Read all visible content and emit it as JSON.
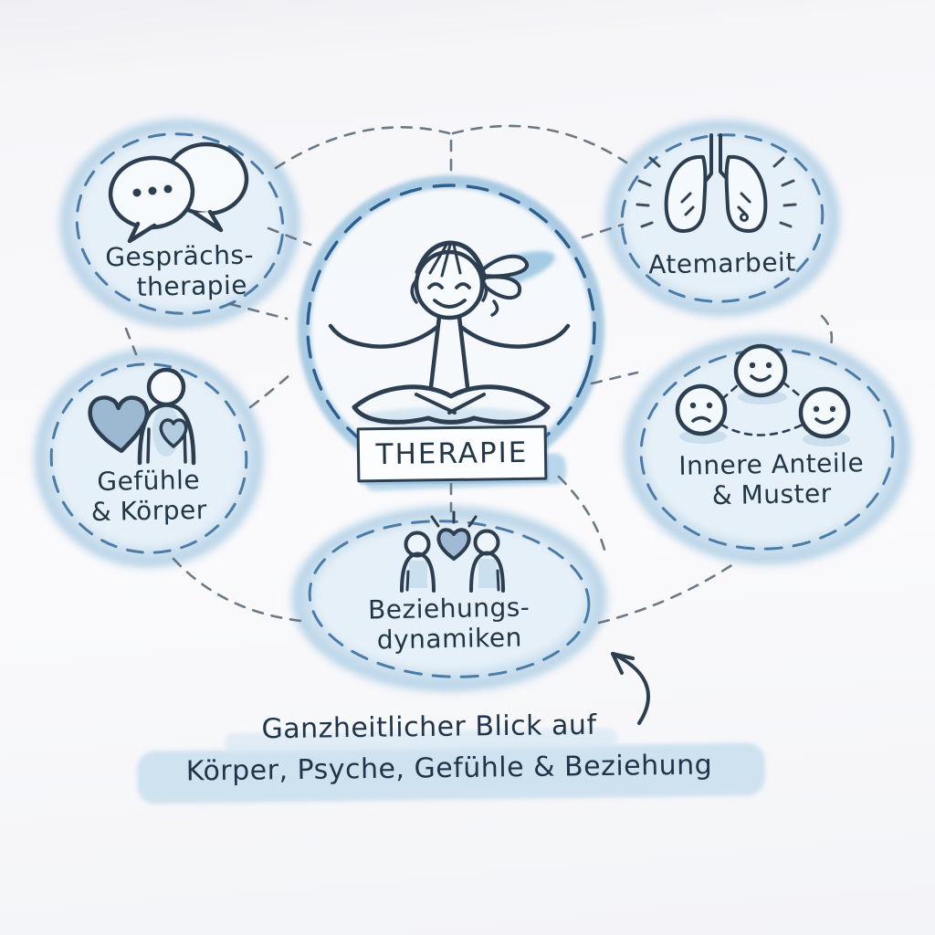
{
  "center": {
    "badge": "THERAPIE",
    "icon": "meditating-person-icon"
  },
  "nodes": {
    "gespraechstherapie": {
      "line1": "Gesprächs-",
      "line2": "therapie",
      "icon": "speech-bubbles-icon"
    },
    "atemarbeit": {
      "line1": "Atemarbeit",
      "icon": "lungs-icon"
    },
    "gefuehle_koerper": {
      "line1": "Gefühle",
      "line2": "& Körper",
      "icon": "heart-and-body-icon"
    },
    "innere_anteile": {
      "line1": "Innere Anteile",
      "line2": "& Muster",
      "icon": "three-faces-icon"
    },
    "beziehungsdynamiken": {
      "line1": "Beziehungs-",
      "line2": "dynamiken",
      "icon": "two-people-heart-icon"
    }
  },
  "caption": {
    "line1": "Ganzheitlicher Blick auf",
    "line2": "Körper, Psyche, Gefühle & Beziehung"
  },
  "colors": {
    "ink": "#263a4d",
    "bubble_dash": "#4b7ca8",
    "circle_dash": "#2d5f8e",
    "connector_dash": "#5c6b79",
    "watercolor_rim": "#a9cbe3",
    "watercolor_mid": "#c9deee",
    "watercolor_core": "#e6f0f8",
    "highlight": "#cde1ef",
    "paper": "#f6f6f9"
  }
}
